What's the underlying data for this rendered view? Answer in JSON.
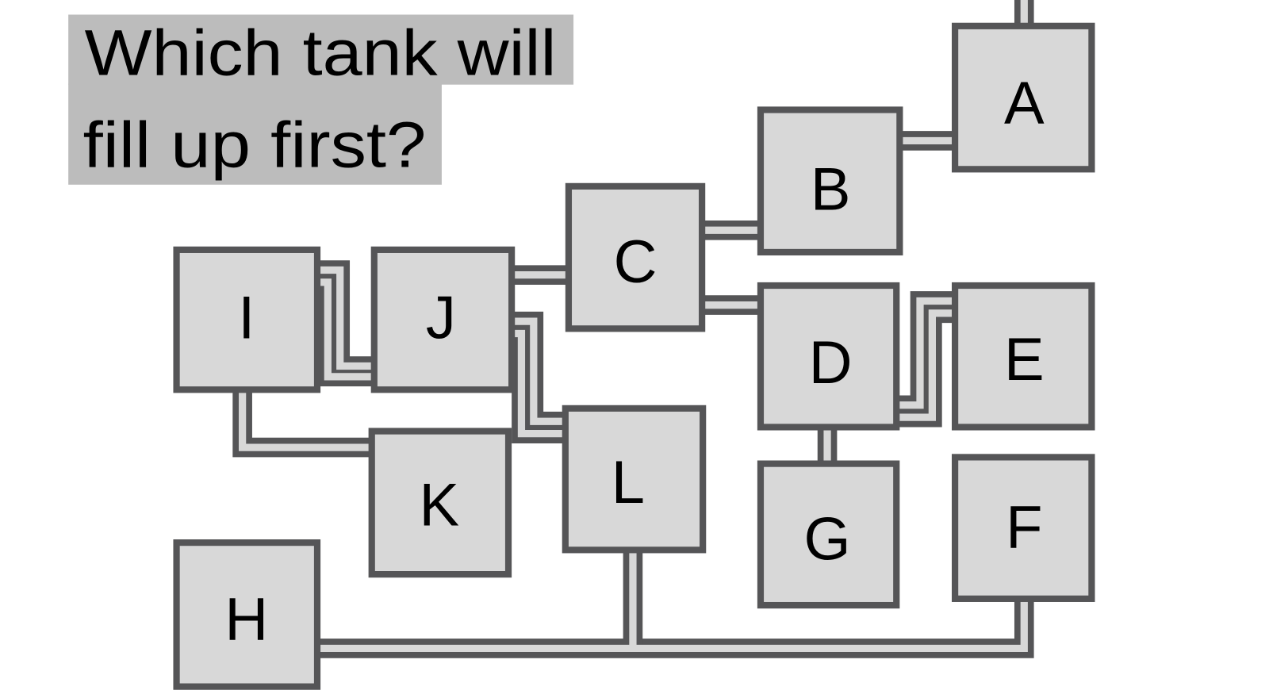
{
  "title": {
    "line1": "Which tank will",
    "line2": "fill up first?"
  },
  "tanks": {
    "A": "A",
    "B": "B",
    "C": "C",
    "D": "D",
    "E": "E",
    "F": "F",
    "G": "G",
    "H": "H",
    "I": "I",
    "J": "J",
    "K": "K",
    "L": "L"
  },
  "colors": {
    "tank_fill": "#d8d8d8",
    "outline": "#555557",
    "title_background": "#bcbcbc"
  }
}
